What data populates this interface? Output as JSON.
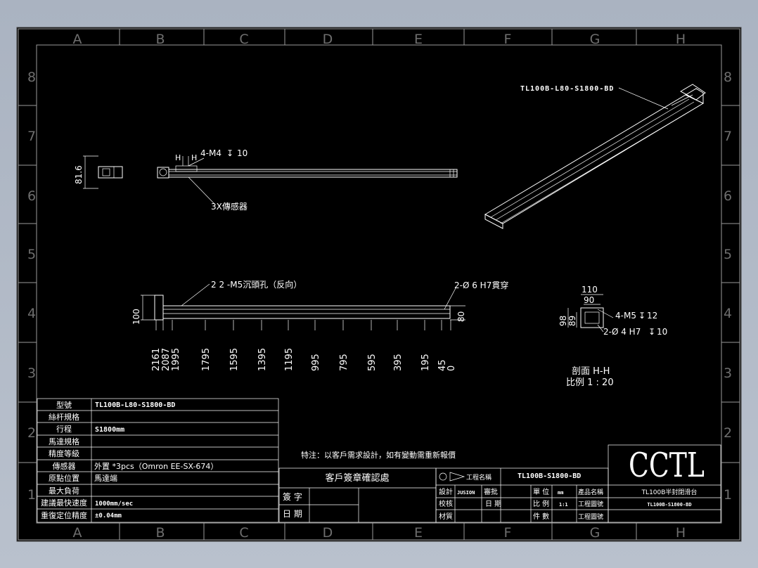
{
  "grid": {
    "cols": [
      "A",
      "B",
      "C",
      "D",
      "E",
      "F",
      "G",
      "H"
    ],
    "rows": [
      "8",
      "7",
      "6",
      "5",
      "4",
      "3",
      "2",
      "1"
    ]
  },
  "views": {
    "iso_label": "TL100B-L80-S1800-BD",
    "top_h_label": "H",
    "top_hole_label": "4-M4",
    "top_hole_depth": "10",
    "sensor_label": "3X傳感器",
    "side_height": "81.6",
    "front_hole_label": "2 2 -M5沉頭孔（反向）",
    "front_pin_label": "2-Ø 6  H7貫穿",
    "front_height": "100",
    "front_right_dim": "80",
    "dims": [
      "2161",
      "2087",
      "1995",
      "1795",
      "1595",
      "1395",
      "1195",
      "995",
      "795",
      "595",
      "395",
      "195",
      "45",
      "0"
    ],
    "section": {
      "w110": "110",
      "w90": "90",
      "h98": "98",
      "h89": "89",
      "hole1": "4-M5",
      "hole1_depth": "12",
      "hole2": "2-Ø 4  H7",
      "hole2_depth": "10",
      "title": "剖面 H-H",
      "scale": "比例 1 : 20"
    }
  },
  "spec_table": [
    {
      "label": "型號",
      "value": "TL100B-L80-S1800-BD"
    },
    {
      "label": "絲杆規格",
      "value": ""
    },
    {
      "label": "行程",
      "value": "S1800mm"
    },
    {
      "label": "馬達規格",
      "value": ""
    },
    {
      "label": "精度等級",
      "value": ""
    },
    {
      "label": "傳感器",
      "value": "外置 *3pcs（Omron EE-SX-674）"
    },
    {
      "label": "原點位置",
      "value": "馬達端"
    },
    {
      "label": "最大負荷",
      "value": ""
    },
    {
      "label": "建議最快速度",
      "value": "1000mm/sec"
    },
    {
      "label": "重復定位精度",
      "value": "±0.04mm"
    }
  ],
  "note": "特注：以客戶需求設計，如有變動需重新報價",
  "confirm": {
    "title": "客戶簽章確認處",
    "sign": "簽 字",
    "date": "日 期"
  },
  "title_block": {
    "logo": "CCTL",
    "projection": "工程名稱",
    "model": "TL100B-S1800-BD",
    "design": "設計",
    "designer": "JUSION",
    "review": "審批",
    "check": "校核",
    "date": "日 期",
    "material": "材質",
    "unit_label": "單 位",
    "unit": "mm",
    "scale_label": "比 例",
    "scale": "1:1",
    "qty_label": "件 數",
    "product_label": "產品名稱",
    "product_name": "TL100B半封閉滑台",
    "drawing_label": "工程圖號",
    "drawing_no": "TL100B-S1800-BD",
    "drawing_label2": "工程圖號"
  },
  "colors": {
    "paper": "#000000",
    "line": "#ffffff",
    "frame": "#9a9a9a",
    "bg": "#aab3c1"
  }
}
